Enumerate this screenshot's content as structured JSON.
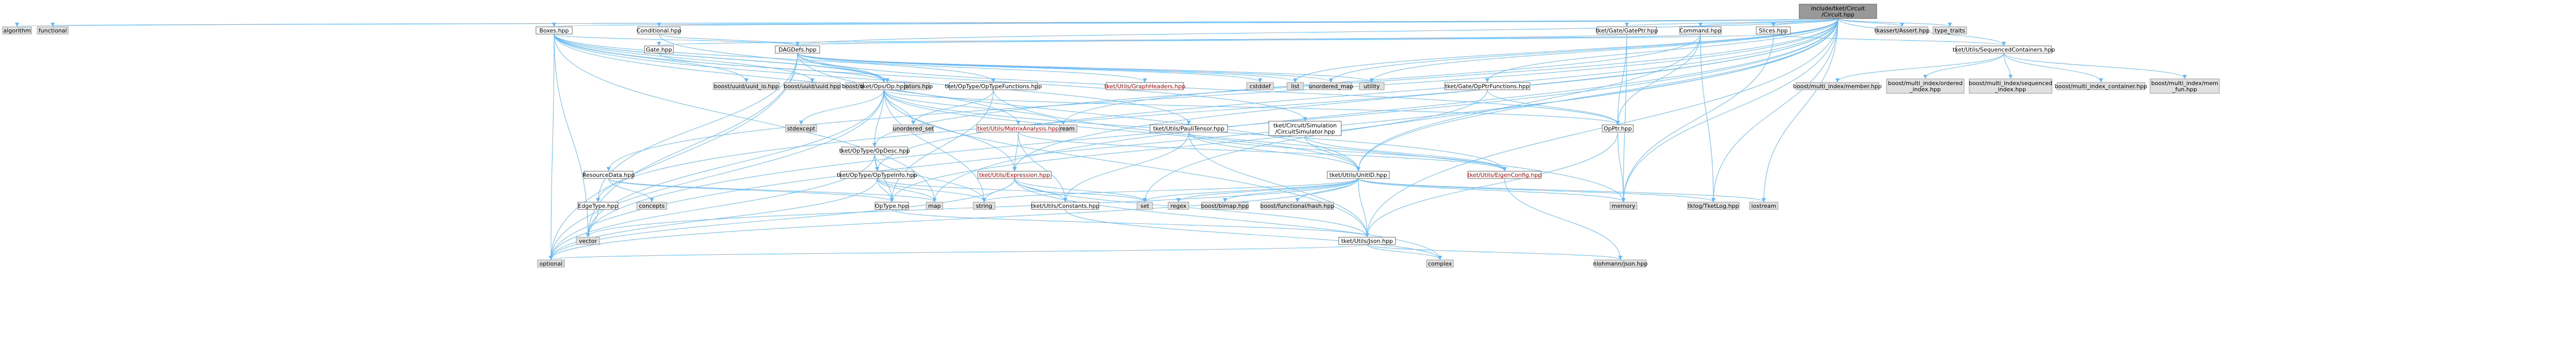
{
  "colors": {
    "edge": "#63b8ff",
    "root_fill": "#999999",
    "lib_fill": "#e0e0e0",
    "local_fill": "#ffffff",
    "red_text": "#cc0000"
  },
  "nodes": [
    {
      "id": "root",
      "label": [
        "include/tket/Circuit",
        "/Circuit.hpp"
      ],
      "kind": "root"
    },
    {
      "id": "algorithm",
      "label": [
        "algorithm"
      ],
      "kind": "lib"
    },
    {
      "id": "functional",
      "label": [
        "functional"
      ],
      "kind": "lib"
    },
    {
      "id": "boxes",
      "label": [
        "Boxes.hpp"
      ],
      "kind": "plain"
    },
    {
      "id": "conditional",
      "label": [
        "Conditional.hpp"
      ],
      "kind": "plain"
    },
    {
      "id": "gateptr",
      "label": [
        "tket/Gate/GatePtr.hpp"
      ],
      "kind": "plain"
    },
    {
      "id": "command",
      "label": [
        "Command.hpp"
      ],
      "kind": "plain"
    },
    {
      "id": "slices",
      "label": [
        "Slices.hpp"
      ],
      "kind": "plain"
    },
    {
      "id": "tklog_assert",
      "label": [
        "tkassert/Assert.hpp"
      ],
      "kind": "lib"
    },
    {
      "id": "type_traits",
      "label": [
        "type_traits"
      ],
      "kind": "lib"
    },
    {
      "id": "gate",
      "label": [
        "Gate.hpp"
      ],
      "kind": "plain"
    },
    {
      "id": "dagdefs",
      "label": [
        "DAGDefs.hpp"
      ],
      "kind": "plain"
    },
    {
      "id": "seqcont",
      "label": [
        "tket/Utils/SequencedContainers.hpp"
      ],
      "kind": "plain"
    },
    {
      "id": "uuid_io",
      "label": [
        "boost/uuid/uuid_io.hpp"
      ],
      "kind": "lib"
    },
    {
      "id": "uuid",
      "label": [
        "boost/uuid/uuid.hpp"
      ],
      "kind": "lib"
    },
    {
      "id": "uuid_gen",
      "label": [
        "boost/uuid/uuid_generators.hpp"
      ],
      "kind": "lib"
    },
    {
      "id": "optypefns",
      "label": [
        "tket/OpType/OpTypeFunctions.hpp"
      ],
      "kind": "plain"
    },
    {
      "id": "graphheaders",
      "label": [
        "tket/Utils/GraphHeaders.hpp"
      ],
      "kind": "red"
    },
    {
      "id": "cstddef",
      "label": [
        "cstddef"
      ],
      "kind": "lib"
    },
    {
      "id": "list",
      "label": [
        "list"
      ],
      "kind": "lib"
    },
    {
      "id": "unordered_map",
      "label": [
        "unordered_map"
      ],
      "kind": "lib"
    },
    {
      "id": "utility",
      "label": [
        "utility"
      ],
      "kind": "lib"
    },
    {
      "id": "opptrfns",
      "label": [
        "tket/Gate/OpPtrFunctions.hpp"
      ],
      "kind": "plain"
    },
    {
      "id": "mi_member",
      "label": [
        "boost/multi_index/member.hpp"
      ],
      "kind": "lib"
    },
    {
      "id": "mi_ordered",
      "label": [
        "boost/multi_index/ordered",
        "_index.hpp"
      ],
      "kind": "lib"
    },
    {
      "id": "mi_sequenced",
      "label": [
        "boost/multi_index/sequenced",
        "_index.hpp"
      ],
      "kind": "lib"
    },
    {
      "id": "mi_container",
      "label": [
        "boost/multi_index_container.hpp"
      ],
      "kind": "lib"
    },
    {
      "id": "mi_memfun",
      "label": [
        "boost/multi_index/mem",
        "_fun.hpp"
      ],
      "kind": "lib"
    },
    {
      "id": "op",
      "label": [
        "tket/Ops/Op.hpp"
      ],
      "kind": "plain"
    },
    {
      "id": "stdexcept",
      "label": [
        "stdexcept"
      ],
      "kind": "lib"
    },
    {
      "id": "unordered_set",
      "label": [
        "unordered_set"
      ],
      "kind": "lib"
    },
    {
      "id": "sstream",
      "label": [
        "sstream"
      ],
      "kind": "lib"
    },
    {
      "id": "circsim",
      "label": [
        "tket/Circuit/Simulation",
        "/CircuitSimulator.hpp"
      ],
      "kind": "plain"
    },
    {
      "id": "opptr",
      "label": [
        "OpPtr.hpp"
      ],
      "kind": "plain"
    },
    {
      "id": "matrixanalysis",
      "label": [
        "tket/Utils/MatrixAnalysis.hpp"
      ],
      "kind": "red"
    },
    {
      "id": "paulitensor",
      "label": [
        "tket/Utils/PauliTensor.hpp"
      ],
      "kind": "plain"
    },
    {
      "id": "opdesc",
      "label": [
        "tket/OpType/OpDesc.hpp"
      ],
      "kind": "plain"
    },
    {
      "id": "resourcedata",
      "label": [
        "ResourceData.hpp"
      ],
      "kind": "plain"
    },
    {
      "id": "optypeinfo",
      "label": [
        "tket/OpType/OpTypeInfo.hpp"
      ],
      "kind": "plain"
    },
    {
      "id": "expression",
      "label": [
        "tket/Utils/Expression.hpp"
      ],
      "kind": "red"
    },
    {
      "id": "unitid",
      "label": [
        "tket/Utils/UnitID.hpp"
      ],
      "kind": "plain"
    },
    {
      "id": "eigenconfig",
      "label": [
        "tket/Utils/EigenConfig.hpp"
      ],
      "kind": "red"
    },
    {
      "id": "edgetype",
      "label": [
        "EdgeType.hpp"
      ],
      "kind": "plain"
    },
    {
      "id": "concepts",
      "label": [
        "concepts"
      ],
      "kind": "lib"
    },
    {
      "id": "optype",
      "label": [
        "OpType.hpp"
      ],
      "kind": "plain"
    },
    {
      "id": "map",
      "label": [
        "map"
      ],
      "kind": "lib"
    },
    {
      "id": "string",
      "label": [
        "string"
      ],
      "kind": "lib"
    },
    {
      "id": "constants",
      "label": [
        "tket/Utils/Constants.hpp"
      ],
      "kind": "plain"
    },
    {
      "id": "set",
      "label": [
        "set"
      ],
      "kind": "lib"
    },
    {
      "id": "regex",
      "label": [
        "regex"
      ],
      "kind": "lib"
    },
    {
      "id": "bimap",
      "label": [
        "boost/bimap.hpp"
      ],
      "kind": "lib"
    },
    {
      "id": "hash",
      "label": [
        "boost/functional/hash.hpp"
      ],
      "kind": "lib"
    },
    {
      "id": "memory",
      "label": [
        "memory"
      ],
      "kind": "lib"
    },
    {
      "id": "tklog",
      "label": [
        "tklog/TketLog.hpp"
      ],
      "kind": "lib"
    },
    {
      "id": "iostream",
      "label": [
        "iostream"
      ],
      "kind": "lib"
    },
    {
      "id": "vector",
      "label": [
        "vector"
      ],
      "kind": "lib"
    },
    {
      "id": "json",
      "label": [
        "tket/Utils/Json.hpp"
      ],
      "kind": "plain"
    },
    {
      "id": "optional",
      "label": [
        "optional"
      ],
      "kind": "lib"
    },
    {
      "id": "complex",
      "label": [
        "complex"
      ],
      "kind": "lib"
    },
    {
      "id": "nlohmann",
      "label": [
        "nlohmann/json.hpp"
      ],
      "kind": "lib"
    }
  ],
  "edges": [
    [
      "root",
      "algorithm"
    ],
    [
      "root",
      "functional"
    ],
    [
      "root",
      "boxes"
    ],
    [
      "root",
      "conditional"
    ],
    [
      "root",
      "gateptr"
    ],
    [
      "root",
      "command"
    ],
    [
      "root",
      "slices"
    ],
    [
      "root",
      "tklog_assert"
    ],
    [
      "root",
      "type_traits"
    ],
    [
      "root",
      "dagdefs"
    ],
    [
      "root",
      "seqcont"
    ],
    [
      "root",
      "list"
    ],
    [
      "root",
      "unordered_map"
    ],
    [
      "root",
      "utility"
    ],
    [
      "root",
      "opptrfns"
    ],
    [
      "root",
      "vector"
    ],
    [
      "root",
      "optional"
    ],
    [
      "root",
      "map"
    ],
    [
      "root",
      "set"
    ],
    [
      "root",
      "memory"
    ],
    [
      "root",
      "tklog"
    ],
    [
      "root",
      "iostream"
    ],
    [
      "root",
      "json"
    ],
    [
      "root",
      "unitid"
    ],
    [
      "root",
      "expression"
    ],
    [
      "root",
      "optypeinfo"
    ],
    [
      "root",
      "resourcedata"
    ],
    [
      "root",
      "opdesc"
    ],
    [
      "root",
      "edgetype"
    ],
    [
      "boxes",
      "uuid_io"
    ],
    [
      "boxes",
      "uuid"
    ],
    [
      "boxes",
      "uuid_gen"
    ],
    [
      "boxes",
      "op"
    ],
    [
      "boxes",
      "dagdefs"
    ],
    [
      "boxes",
      "optypefns"
    ],
    [
      "boxes",
      "circsim"
    ],
    [
      "boxes",
      "matrixanalysis"
    ],
    [
      "boxes",
      "paulitensor"
    ],
    [
      "boxes",
      "optional"
    ],
    [
      "boxes",
      "vector"
    ],
    [
      "boxes",
      "map"
    ],
    [
      "conditional",
      "op"
    ],
    [
      "conditional",
      "dagdefs"
    ],
    [
      "gateptr",
      "opptr"
    ],
    [
      "gateptr",
      "gate"
    ],
    [
      "gateptr",
      "memory"
    ],
    [
      "command",
      "dagdefs"
    ],
    [
      "command",
      "opptr"
    ],
    [
      "command",
      "unitid"
    ],
    [
      "command",
      "sstream"
    ],
    [
      "command",
      "tklog"
    ],
    [
      "slices",
      "dagdefs"
    ],
    [
      "slices",
      "seqcont"
    ],
    [
      "slices",
      "memory"
    ],
    [
      "gate",
      "op"
    ],
    [
      "dagdefs",
      "graphheaders"
    ],
    [
      "dagdefs",
      "cstddef"
    ],
    [
      "dagdefs",
      "list"
    ],
    [
      "dagdefs",
      "unordered_map"
    ],
    [
      "dagdefs",
      "utility"
    ],
    [
      "dagdefs",
      "opptr"
    ],
    [
      "dagdefs",
      "unitid"
    ],
    [
      "dagdefs",
      "edgetype"
    ],
    [
      "dagdefs",
      "op"
    ],
    [
      "dagdefs",
      "vector"
    ],
    [
      "dagdefs",
      "optional"
    ],
    [
      "seqcont",
      "mi_member"
    ],
    [
      "seqcont",
      "mi_ordered"
    ],
    [
      "seqcont",
      "mi_sequenced"
    ],
    [
      "seqcont",
      "mi_container"
    ],
    [
      "seqcont",
      "mi_memfun"
    ],
    [
      "optypefns",
      "optype"
    ],
    [
      "optypefns",
      "unordered_set"
    ],
    [
      "optypefns",
      "memory"
    ],
    [
      "opptrfns",
      "opptr"
    ],
    [
      "opptrfns",
      "optype"
    ],
    [
      "op",
      "stdexcept"
    ],
    [
      "op",
      "sstream"
    ],
    [
      "op",
      "opptr"
    ],
    [
      "op",
      "opdesc"
    ],
    [
      "op",
      "expression"
    ],
    [
      "op",
      "unitid"
    ],
    [
      "op",
      "eigenconfig"
    ],
    [
      "op",
      "json"
    ],
    [
      "op",
      "optional"
    ],
    [
      "op",
      "vector"
    ],
    [
      "op",
      "string"
    ],
    [
      "op",
      "unordered_set"
    ],
    [
      "circsim",
      "eigenconfig"
    ],
    [
      "circsim",
      "unitid"
    ],
    [
      "opptr",
      "memory"
    ],
    [
      "opptr",
      "json"
    ],
    [
      "matrixanalysis",
      "eigenconfig"
    ],
    [
      "matrixanalysis",
      "expression"
    ],
    [
      "matrixanalysis",
      "constants"
    ],
    [
      "paulitensor",
      "unitid"
    ],
    [
      "paulitensor",
      "constants"
    ],
    [
      "paulitensor",
      "eigenconfig"
    ],
    [
      "paulitensor",
      "json"
    ],
    [
      "opdesc",
      "optypeinfo"
    ],
    [
      "opdesc",
      "optype"
    ],
    [
      "opdesc",
      "string"
    ],
    [
      "opdesc",
      "optional"
    ],
    [
      "resourcedata",
      "concepts"
    ],
    [
      "resourcedata",
      "optype"
    ],
    [
      "resourcedata",
      "map"
    ],
    [
      "optypeinfo",
      "optype"
    ],
    [
      "optypeinfo",
      "map"
    ],
    [
      "optypeinfo",
      "string"
    ],
    [
      "optypeinfo",
      "optional"
    ],
    [
      "optypeinfo",
      "set"
    ],
    [
      "expression",
      "constants"
    ],
    [
      "expression",
      "json"
    ],
    [
      "expression",
      "set"
    ],
    [
      "expression",
      "string"
    ],
    [
      "expression",
      "optional"
    ],
    [
      "expression",
      "complex"
    ],
    [
      "unitid",
      "set"
    ],
    [
      "unitid",
      "regex"
    ],
    [
      "unitid",
      "bimap"
    ],
    [
      "unitid",
      "hash"
    ],
    [
      "unitid",
      "memory"
    ],
    [
      "unitid",
      "string"
    ],
    [
      "unitid",
      "json"
    ],
    [
      "unitid",
      "tklog"
    ],
    [
      "unitid",
      "iostream"
    ],
    [
      "unitid",
      "vector"
    ],
    [
      "unitid",
      "optional"
    ],
    [
      "eigenconfig",
      "nlohmann"
    ],
    [
      "edgetype",
      "vector"
    ],
    [
      "optype",
      "json"
    ],
    [
      "constants",
      "complex"
    ],
    [
      "json",
      "nlohmann"
    ],
    [
      "json",
      "optional"
    ],
    [
      "json",
      "complex"
    ]
  ]
}
